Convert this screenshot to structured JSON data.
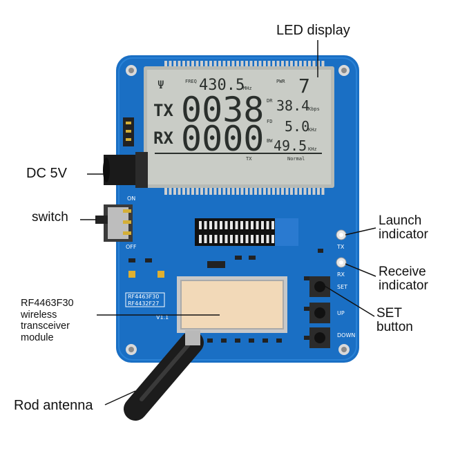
{
  "labels": {
    "led_display": "LED display",
    "dc_5v": "DC 5V",
    "switch": "switch",
    "module": [
      "RF4463F30",
      "wireless",
      "transceiver",
      "module"
    ],
    "rod_antenna": "Rod antenna",
    "launch_indicator": [
      "Launch",
      "indicator"
    ],
    "receive_indicator": [
      "Receive",
      "indicator"
    ],
    "set_button": [
      "SET",
      "button"
    ]
  },
  "lcd": {
    "freq_label": "FREQ",
    "freq_value": "430.5",
    "freq_unit": "MHz",
    "pwr_label": "PWR",
    "pwr_value": "7",
    "tx_label": "TX",
    "tx_value": "0038",
    "rx_label": "RX",
    "rx_value": "0000",
    "dr_label": "DR",
    "dr_value": "38.4",
    "dr_unit": "Kbps",
    "fd_label": "FD",
    "fd_value": "5.0",
    "fd_unit": "KHz",
    "bw_label": "BW",
    "bw_value": "49.5",
    "bw_unit": "KHz",
    "footer_tx": "TX",
    "footer_mode": "Normal"
  },
  "silkscreen": {
    "on": "ON",
    "off": "OFF",
    "tx": "TX",
    "rx": "RX",
    "set": "SET",
    "up": "UP",
    "down": "DOWN",
    "chip_a": "RF4463F30",
    "chip_b": "RF4432F27",
    "version": "V1.1"
  },
  "colors": {
    "pcb": "#1a6fc4",
    "lcd": "#c9ccc6",
    "antenna": "#1c1c1c"
  }
}
